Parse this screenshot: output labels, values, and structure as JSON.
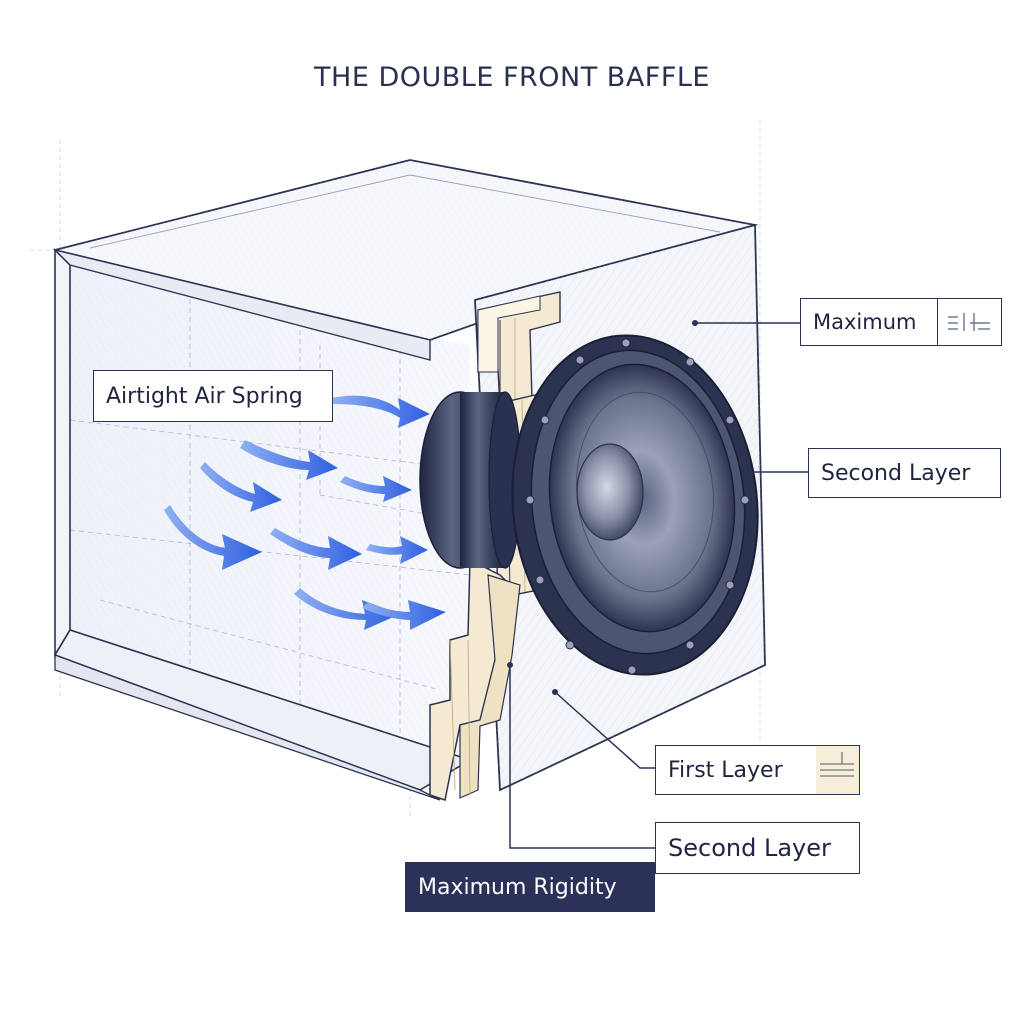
{
  "title": "THE DOUBLE FRONT BAFFLE",
  "labels": {
    "airtight": "Airtight Air Spring",
    "maximum": "Maximum",
    "second_layer_top": "Second Layer",
    "first_layer": "First Layer",
    "second_layer_bottom": "Second Layer",
    "maximum_rigidity": "Maximum Rigidity"
  },
  "colors": {
    "ink": "#2b3352",
    "arrow_blue": "#2f5fe0",
    "dark_label": "#2b3158",
    "wood": "#f4ead2"
  }
}
